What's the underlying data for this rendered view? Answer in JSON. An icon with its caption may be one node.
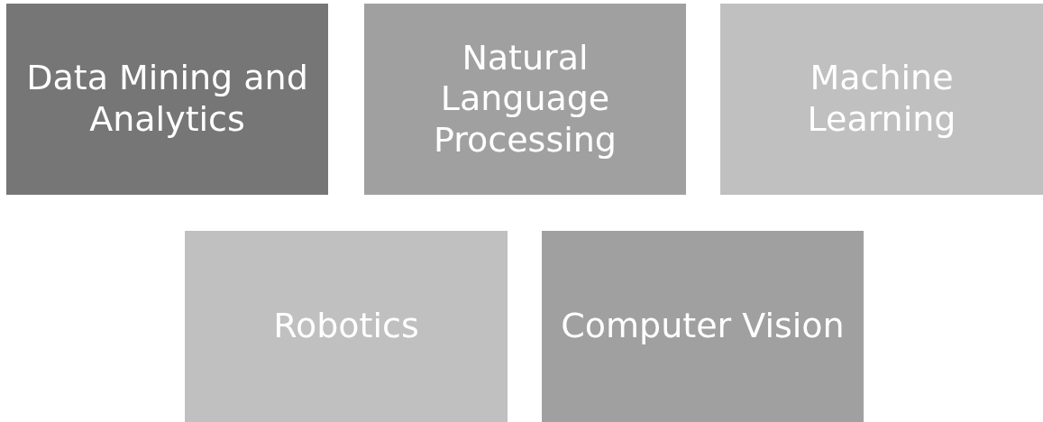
{
  "diagram": {
    "nodes": [
      {
        "text": [
          "Data Mining and Analytics"
        ]
      },
      {
        "text": [
          "Natural Language Processing"
        ]
      },
      {
        "text": [
          "Machine Learning"
        ]
      },
      {
        "text": [
          "Robotics"
        ]
      },
      {
        "text": [
          "Computer Vision"
        ]
      }
    ],
    "edges": []
  }
}
